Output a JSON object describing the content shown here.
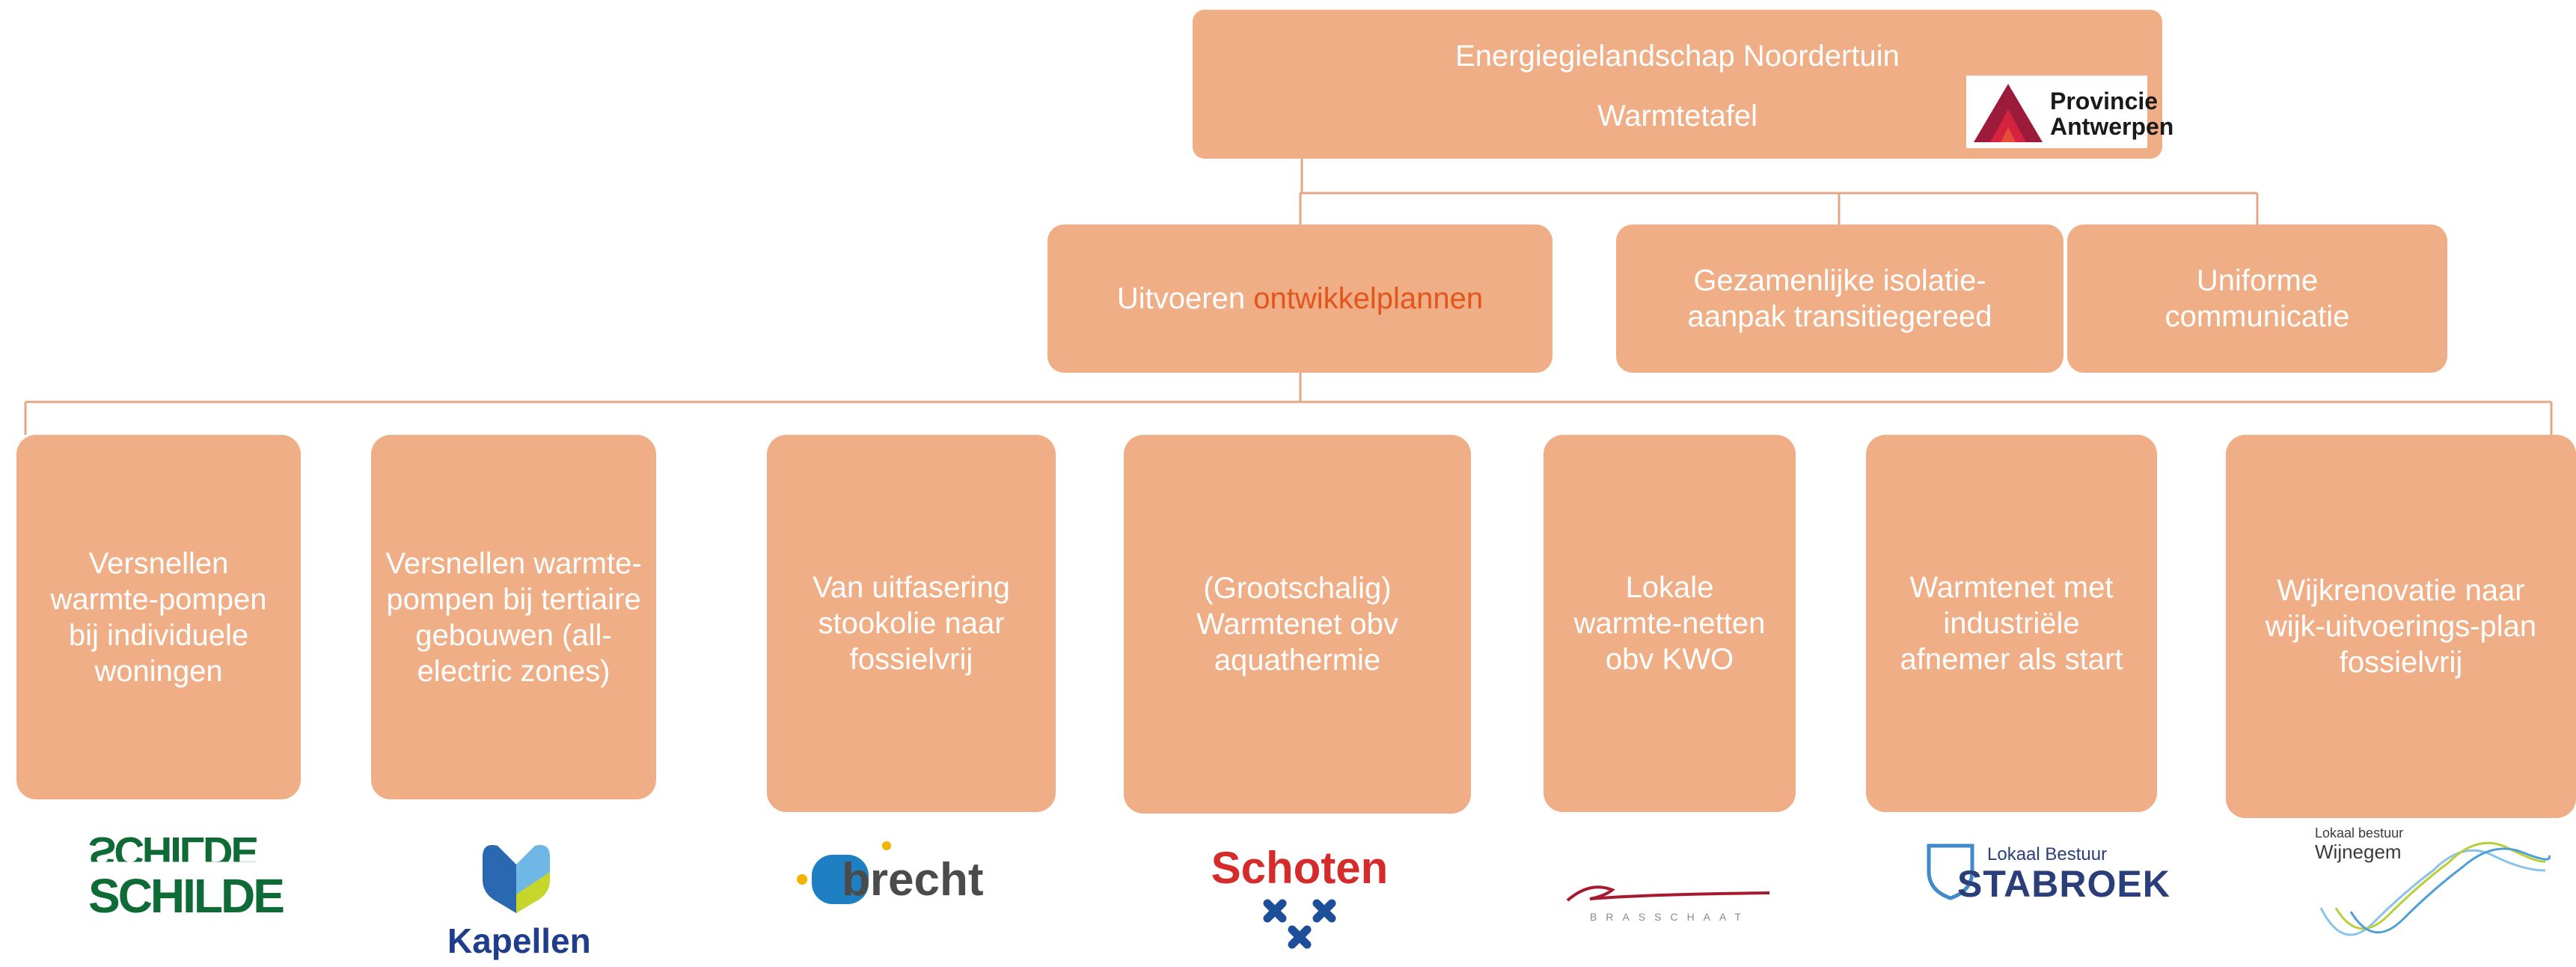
{
  "header": {
    "title": "Energiegielandschap Noordertuin",
    "subtitle": "Warmtetafel",
    "partner_logo": {
      "line1": "Provincie",
      "line2": "Antwerpen",
      "icon": "province-mountain-logo"
    }
  },
  "pillars": [
    {
      "label": "Uitvoeren ",
      "highlight": "ontwikkelplannen"
    },
    {
      "label": "Gezamenlijke isolatie-aanpak transitiegereed"
    },
    {
      "label": "Uniforme communicatie"
    }
  ],
  "projects": [
    {
      "label": "Versnellen warmte-pompen bij individuele woningen"
    },
    {
      "label": "Versnellen warmte-pompen bij tertiaire gebouwen (all-electric zones)"
    },
    {
      "label": "Van uitfasering stookolie naar fossielvrij"
    },
    {
      "label": "(Grootschalig) Warmtenet obv aquathermie"
    },
    {
      "label": "Lokale warmte-netten obv KWO"
    },
    {
      "label": "Warmtenet met industriële afnemer als start"
    },
    {
      "label": "Wijkrenovatie naar wijk-uitvoerings-plan fossielvrij"
    }
  ],
  "logos": {
    "schilde": {
      "line1": "SCHILDE",
      "line2": "SCHILDE"
    },
    "kapellen": {
      "text": "Kapellen"
    },
    "brecht": {
      "text": "brecht"
    },
    "schoten": {
      "text": "Schoten"
    },
    "brasschaat": {
      "text": "BRASSCHAAT"
    },
    "stabroek": {
      "small": "Lokaal Bestuur",
      "big": "STABROEK"
    },
    "wijnegem": {
      "small": "Lokaal bestuur",
      "big": "Wijnegem"
    }
  },
  "colors": {
    "box": "#f0ae86",
    "accent": "#e2551b",
    "line": "#e2a787"
  }
}
